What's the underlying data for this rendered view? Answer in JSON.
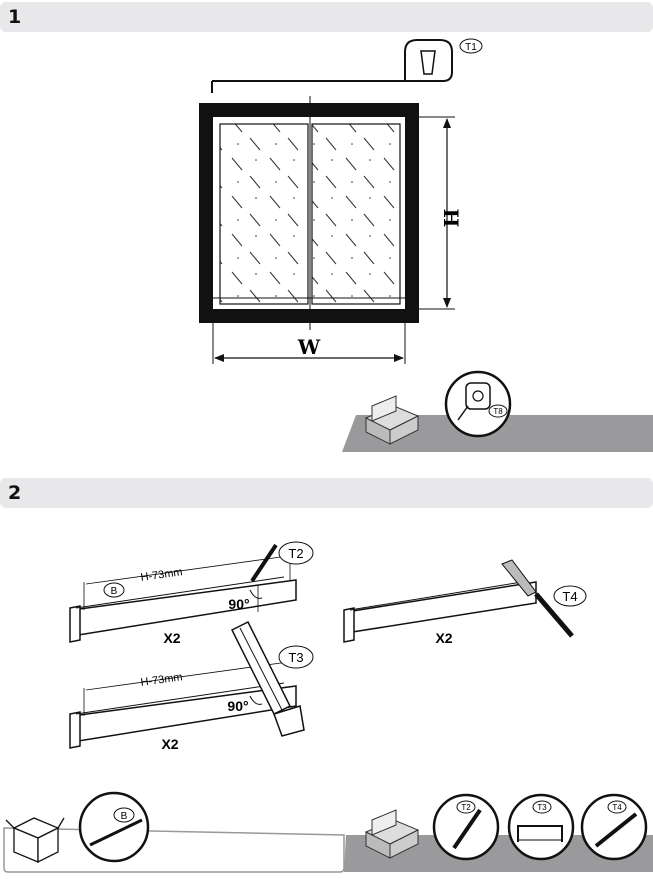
{
  "steps": [
    {
      "number": "1"
    },
    {
      "number": "2"
    }
  ],
  "step1": {
    "tool_badge": "T1",
    "height_label": "H",
    "width_label": "W",
    "tape_badge": "T8"
  },
  "step2": {
    "cut_length_1": "H-73mm",
    "cut_length_2": "H-73mm",
    "part_badge_1": "B",
    "angle_1": "90°",
    "angle_2": "90°",
    "qty_1": "X2",
    "qty_2": "X2",
    "qty_3": "X2",
    "pencil_badge": "T2",
    "saw_badge": "T3",
    "knife_badge": "T4",
    "bottom_part_badge": "B",
    "bottom_tool_badges": [
      "T2",
      "T3",
      "T4"
    ]
  },
  "colors": {
    "bar": "#e8e8ea",
    "tray": "#9a9a9c",
    "frame": "#111111"
  }
}
